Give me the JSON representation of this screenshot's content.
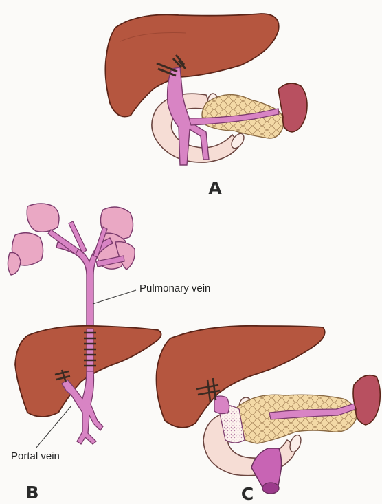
{
  "panels": [
    {
      "label": "A"
    },
    {
      "label": "B"
    },
    {
      "label": "C"
    }
  ],
  "callouts": {
    "pulmonary_vein": "Pulmonary vein",
    "portal_vein": "Portal vein"
  },
  "colors": {
    "liver": "#b5563f",
    "liver_edge": "#5b2418",
    "vein": "#d884c4",
    "vein_edge": "#7a3a6c",
    "lung": "#eaa8c4",
    "pancreas": "#f3d9a6",
    "duodenum": "#f6ddd5",
    "spleen": "#b85060",
    "ligature": "#3a2a22"
  }
}
